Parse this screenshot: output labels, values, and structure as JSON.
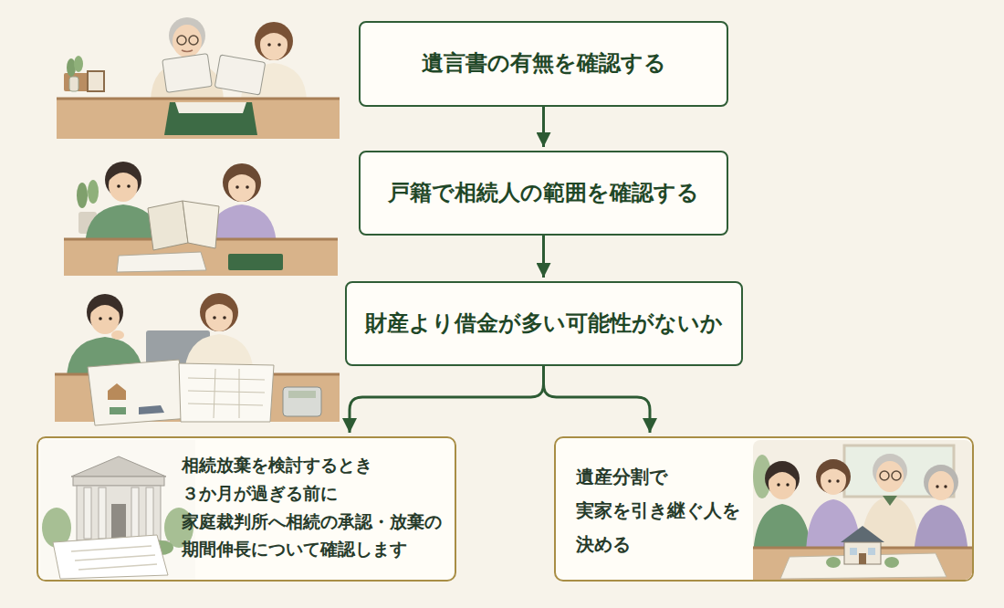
{
  "diagram": {
    "nodes": [
      {
        "text": [
          "遺言書の有無を確認する"
        ]
      },
      {
        "text": [
          "戸籍で相続人の範囲を確認する"
        ]
      },
      {
        "text": [
          "財産より借金が多い可能性がないか"
        ]
      },
      {
        "text": [
          "相続放棄を検討するとき ３か月が過ぎる前に 家庭裁判所へ相続の承認・放棄の 期間伸長について確認します"
        ]
      },
      {
        "text": [
          "遺産分割で 実家を引き継ぐ人を 決める"
        ]
      }
    ],
    "edges": [
      {
        "from": 0,
        "to": 1,
        "arrow": "to"
      },
      {
        "from": 1,
        "to": 2,
        "arrow": "to"
      },
      {
        "from": 2,
        "to": 3,
        "arrow": "to"
      },
      {
        "from": 2,
        "to": 4,
        "arrow": "to"
      }
    ]
  }
}
